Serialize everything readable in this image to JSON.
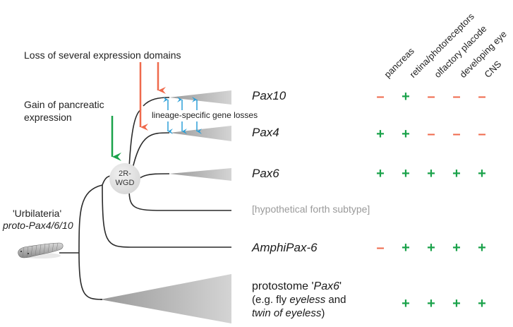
{
  "annotations": {
    "loss": "Loss of several expression domains",
    "gain_line1": "Gain of pancreatic",
    "gain_line2": "expression",
    "lineage_losses": "lineage-specific gene losses",
    "wgd_line1": "2R-",
    "wgd_line2": "WGD",
    "urbilateria": "'Urbilateria'",
    "proto": "proto-Pax4/6/10"
  },
  "columns": [
    "pancreas",
    "retina/photoreceptors",
    "olfactory placode",
    "developing eye",
    "CNS"
  ],
  "rows": [
    {
      "name": "Pax10",
      "marks": [
        "-",
        "+",
        "-",
        "-",
        "-"
      ]
    },
    {
      "name": "Pax4",
      "marks": [
        "+",
        "+",
        "-",
        "-",
        "-"
      ]
    },
    {
      "name": "Pax6",
      "marks": [
        "+",
        "+",
        "+",
        "+",
        "+"
      ]
    },
    {
      "name": "[hypothetical forth subtype]",
      "marks": []
    },
    {
      "name": "AmphiPax-6",
      "marks": [
        "-",
        "+",
        "+",
        "+",
        "+"
      ]
    },
    {
      "name": "protostome 'Pax6'",
      "marks": [
        "",
        "+",
        "+",
        "+",
        "+"
      ]
    }
  ],
  "protostome": {
    "line1_a": "protostome '",
    "line1_b": "Pax6",
    "line1_c": "'",
    "line2_a": "(e.g. fly ",
    "line2_b": "eyeless",
    "line2_c": " and",
    "line3_a": "twin of eyeless",
    "line3_b": ")"
  },
  "colors": {
    "plus": "#1aa24a",
    "minus": "#ef6a4c",
    "loss_arrow": "#ef6a4c",
    "gain_arrow": "#1aa24a",
    "lineage_arrow": "#2a9fd8",
    "branch": "#2a2a2a",
    "hypothetical": "#9a9a9a"
  }
}
